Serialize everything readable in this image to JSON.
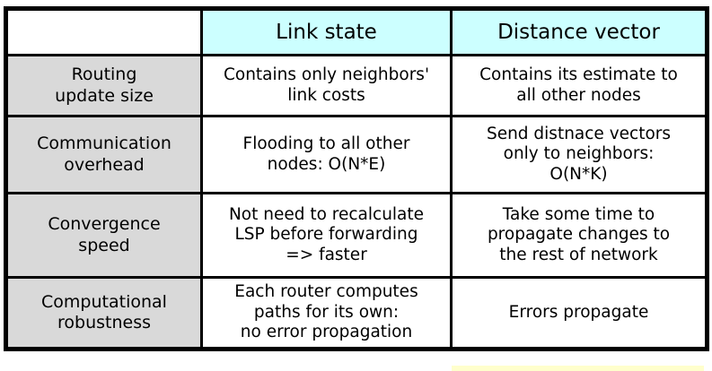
{
  "colors": {
    "header_bg": "#CCFFFF",
    "label_bg": "#D9D9D9",
    "cell_bg": "#FFFFFF",
    "border": "#000000",
    "text": "#000000",
    "strip": "#FFFFCC"
  },
  "table": {
    "columns": [
      "",
      "Link state",
      "Distance vector"
    ],
    "rows": [
      {
        "label": "Routing\nupdate size",
        "link_state": "Contains only neighbors'\nlink costs",
        "distance_vector": "Contains its estimate to\nall other nodes"
      },
      {
        "label": "Communication\noverhead",
        "link_state": "Flooding to all other\nnodes: O(N*E)",
        "distance_vector": "Send distnace vectors\nonly to neighbors:\nO(N*K)"
      },
      {
        "label": "Convergence\nspeed",
        "link_state": "Not need to recalculate\nLSP before forwarding\n=> faster",
        "distance_vector": "Take some time to\npropagate changes to\nthe rest of network"
      },
      {
        "label": "Computational\nrobustness",
        "link_state": "Each router computes\npaths for its own:\nno error propagation",
        "distance_vector": "Errors propagate"
      }
    ]
  }
}
